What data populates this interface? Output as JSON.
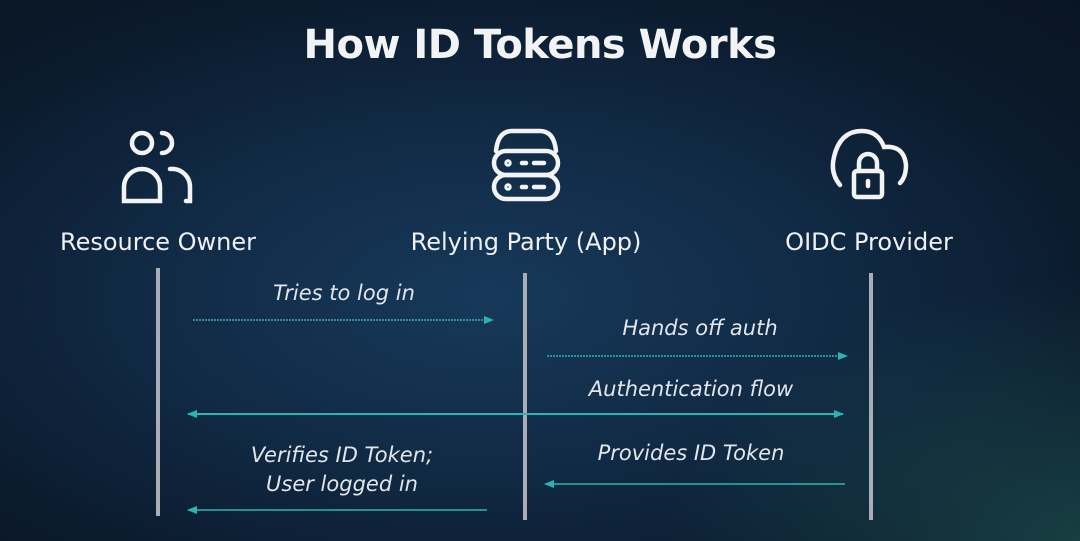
{
  "title": "How ID Tokens Works",
  "actors": [
    {
      "label": "Resource Owner",
      "icon": "users-icon"
    },
    {
      "label": "Relying Party (App)",
      "icon": "server-icon"
    },
    {
      "label": "OIDC Provider",
      "icon": "cloud-lock-icon"
    }
  ],
  "messages": [
    {
      "label": "Tries to log in",
      "from": "Resource Owner",
      "to": "Relying Party (App)"
    },
    {
      "label": "Hands off auth",
      "from": "Relying Party (App)",
      "to": "OIDC Provider"
    },
    {
      "label": "Authentication flow",
      "from": "Resource Owner",
      "to": "OIDC Provider",
      "bidirectional": true
    },
    {
      "label": "Provides ID Token",
      "from": "OIDC Provider",
      "to": "Relying Party (App)"
    },
    {
      "label_line1": "Verifies ID Token;",
      "label_line2": "User logged in",
      "from": "Relying Party (App)",
      "to": "Resource Owner"
    }
  ],
  "colors": {
    "arrow": "#2fb3b0",
    "lifeline": "#a9adb5"
  }
}
